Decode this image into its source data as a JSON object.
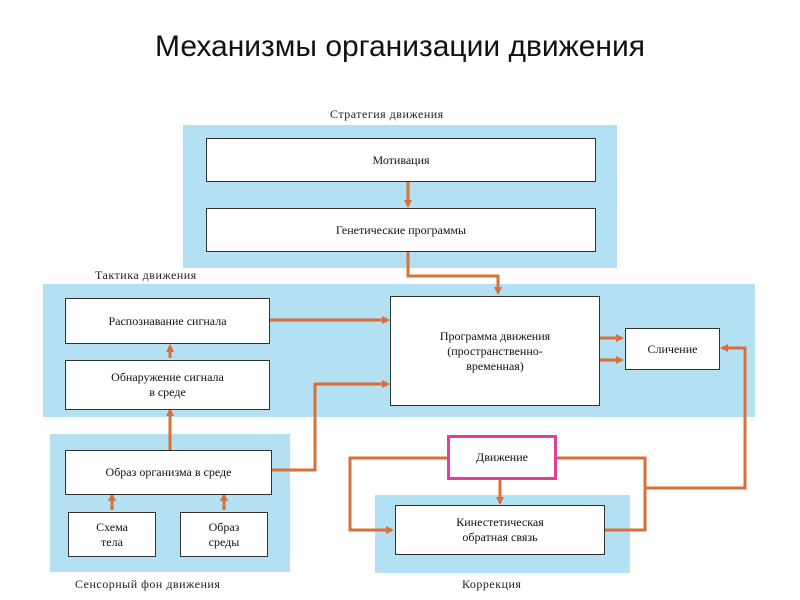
{
  "title": "Механизмы организации движения",
  "zones": {
    "strategy": "Стратегия движения",
    "tactics": "Тактика движения",
    "sensory": "Сенсорный фон движения",
    "correction": "Коррекция"
  },
  "nodes": {
    "motivation": "Мотивация",
    "genetic": "Генетические программы",
    "recognition": "Распознавание сигнала",
    "detection": "Обнаружение сигнала\nв среде",
    "organism": "Образ организма в среде",
    "body_scheme": "Схема\nтела",
    "environment": "Образ\nсреды",
    "program": "Программа движения\n(пространственно-\nвременная)",
    "comparison": "Сличение",
    "movement": "Движение",
    "kinesthetic": "Кинестетическая\nобратная связь"
  },
  "colors": {
    "zone_fill": "#b3e0f2",
    "arrow": "#d9703a",
    "movement_border": "#e0409c"
  }
}
